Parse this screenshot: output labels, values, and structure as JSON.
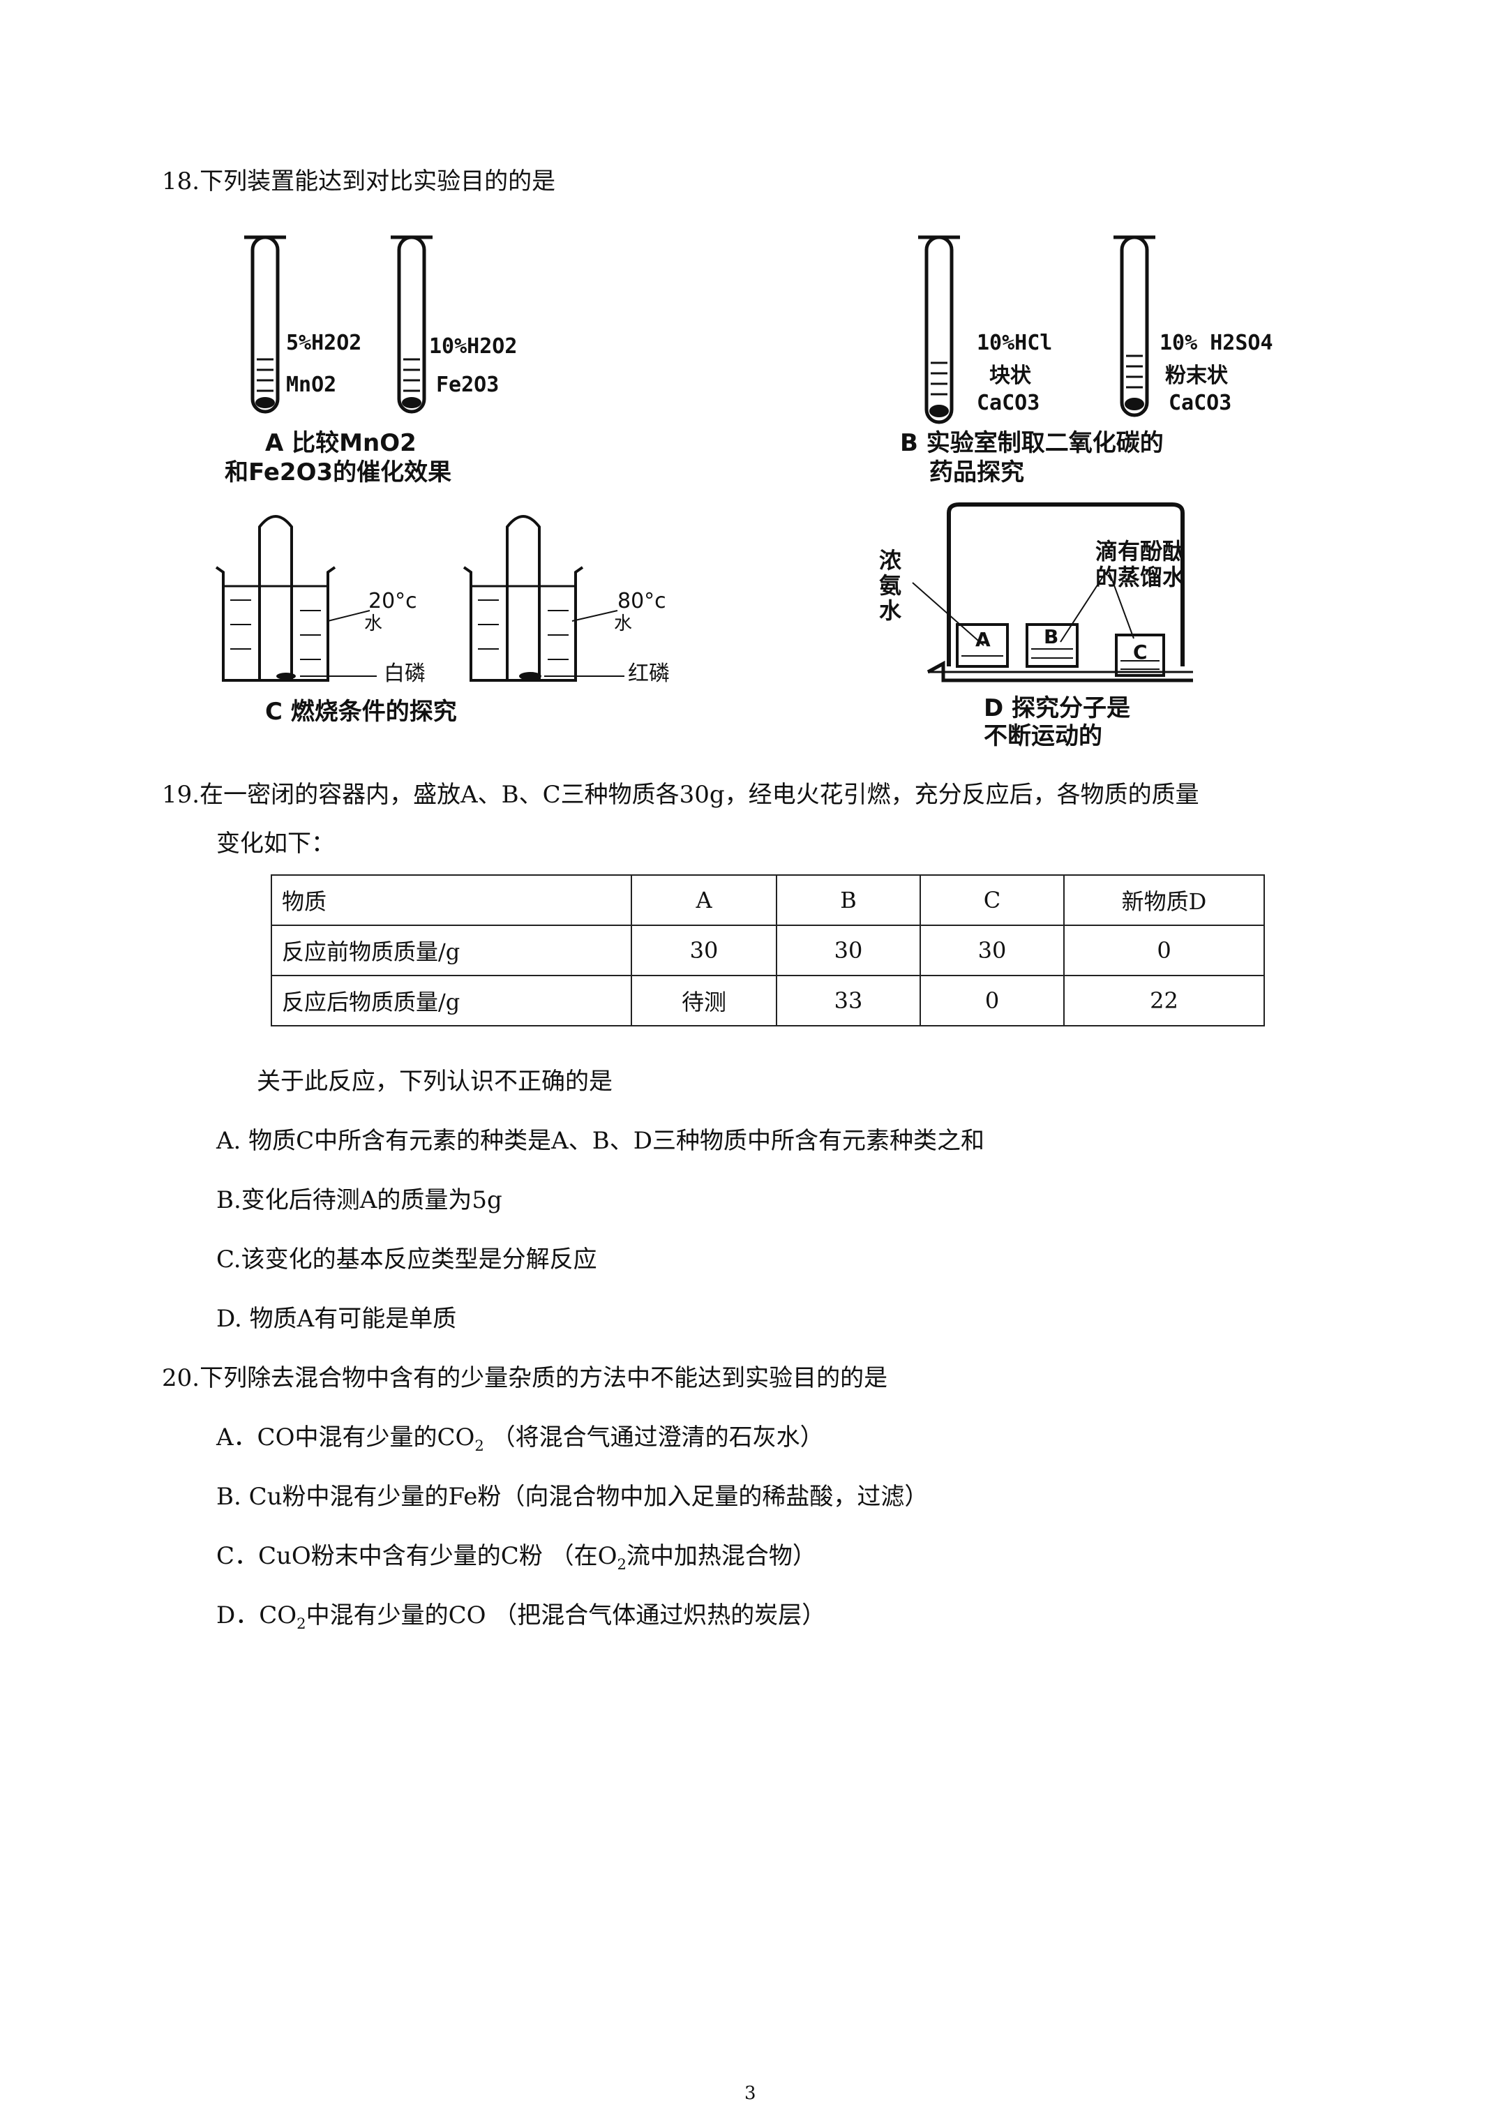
{
  "q18": {
    "stem": "18.下列装置能达到对比实验目的的是",
    "figA": {
      "tube1_label": "5%H2O2",
      "tube1_solid": "MnO2",
      "tube2_label": "10%H2O2",
      "tube2_solid": "Fe2O3",
      "caption_line1": "A 比较MnO2",
      "caption_line2": "和Fe2O3的催化效果"
    },
    "figB": {
      "tube1_label": "10%HCl",
      "tube1_solid_form": "块状",
      "tube1_solid": "CaCO3",
      "tube2_label": "10% H2SO4",
      "tube2_solid_form": "粉末状",
      "tube2_solid": "CaCO3",
      "caption_line1": "B 实验室制取二氧化碳的",
      "caption_line2": "药品探究"
    },
    "figC": {
      "temp1": "20°c",
      "water1": "水",
      "solid1": "白磷",
      "temp2": "80°c",
      "water2": "水",
      "solid2": "红磷",
      "caption": "C 燃烧条件的探究"
    },
    "figD": {
      "left_label_line1": "浓",
      "left_label_line2": "氨",
      "left_label_line3": "水",
      "right_label_line1": "滴有酚酞",
      "right_label_line2": "的蒸馏水",
      "beaker_a": "A",
      "beaker_b": "B",
      "beaker_c": "C",
      "caption_line1": "D 探究分子是",
      "caption_line2": "不断运动的"
    }
  },
  "q19": {
    "stem_line1": "19.在一密闭的容器内，盛放A、B、C三种物质各30g，经电火花引燃，充分反应后，各物质的质量",
    "stem_line2": "变化如下：",
    "table": {
      "headers": [
        "物质",
        "A",
        "B",
        "C",
        "新物质D"
      ],
      "rows": [
        [
          "反应前物质质量/g",
          "30",
          "30",
          "30",
          "0"
        ],
        [
          "反应后物质质量/g",
          "待测",
          "33",
          "0",
          "22"
        ]
      ]
    },
    "prompt": "关于此反应，下列认识不正确的是",
    "options": [
      "A. 物质C中所含有元素的种类是A、B、D三种物质中所含有元素种类之和",
      "B.变化后待测A的质量为5g",
      "C.该变化的基本反应类型是分解反应",
      "D. 物质A有可能是单质"
    ]
  },
  "q20": {
    "stem": "20.下列除去混合物中含有的少量杂质的方法中不能达到实验目的的是",
    "optA_pre": "A．CO中混有少量的CO",
    "optA_sub": "2",
    "optA_post": " （将混合气通过澄清的石灰水）",
    "optB": "B. Cu粉中混有少量的Fe粉（向混合物中加入足量的稀盐酸，过滤）",
    "optC_pre": "C．CuO粉末中含有少量的C粉 （在O",
    "optC_sub": "2",
    "optC_post": "流中加热混合物）",
    "optD_pre": "D．CO",
    "optD_sub": "2",
    "optD_post": "中混有少量的CO （把混合气体通过炽热的炭层）"
  },
  "page_number": "3"
}
